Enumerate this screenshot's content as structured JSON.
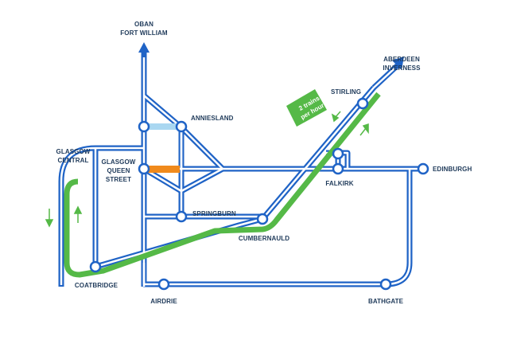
{
  "colors": {
    "route_blue": "#1f63c6",
    "route_blue_fill": "#ffffff",
    "green_route": "#55b947",
    "orange_link": "#f08a1c",
    "lightblue_link": "#a9d7f1",
    "station_stroke": "#1f63c6",
    "label_color": "#1f3a5a"
  },
  "destinations": {
    "north": [
      "OBAN",
      "FORT WILLIAM"
    ],
    "northeast": [
      "ABERDEEN",
      "INVERNESS"
    ]
  },
  "stations": {
    "glasgow_central": [
      "GLASGOW",
      "CENTRAL"
    ],
    "glasgow_queen_street": [
      "GLASGOW",
      "QUEEN",
      "STREET"
    ],
    "anniesland": "ANNIESLAND",
    "springburn": "SPRINGBURN",
    "cumbernauld": "CUMBERNAULD",
    "stirling": "STIRLING",
    "falkirk": "FALKIRK",
    "edinburgh": "EDINBURGH",
    "coatbridge": "COATBRIDGE",
    "airdrie": "AIRDRIE",
    "bathgate": "BATHGATE"
  },
  "badge": {
    "line1": "2 trains",
    "line2": "per hour",
    "color": "#55b947"
  },
  "icons": [
    "arrow-up-icon",
    "arrow-down-icon",
    "station-circle-icon"
  ]
}
